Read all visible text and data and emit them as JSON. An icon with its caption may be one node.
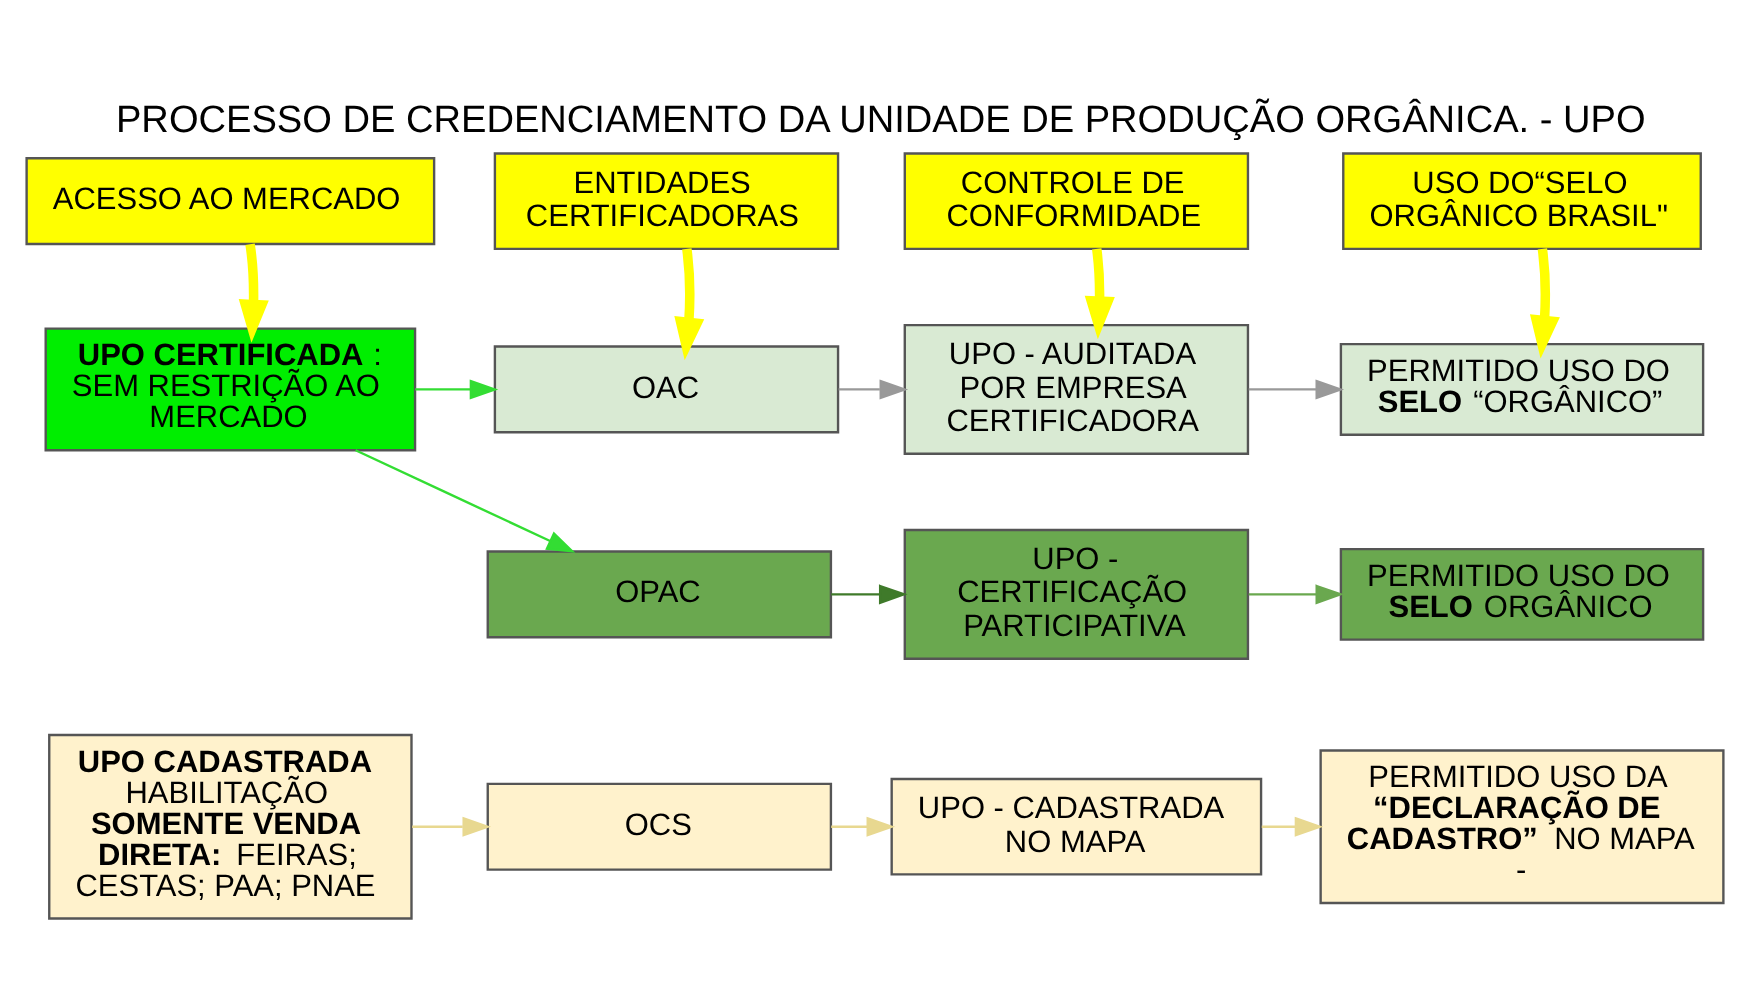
{
  "diagram": {
    "title": "PROCESSO DE CREDENCIAMENTO DA UNIDADE DE PRODUÇÃO ORGÂNICA. - UPO",
    "nodes": [
      {
        "text": [
          "ACESSO AO MERCADO"
        ]
      },
      {
        "text": [
          "ENTIDADES CERTIFICADORAS"
        ]
      },
      {
        "text": [
          "CONTROLE DE CONFORMIDADE"
        ]
      },
      {
        "text": [
          "USO DO“SELO ORGÂNICO BRASIL\""
        ]
      },
      {
        "text": [
          "**UPO CERTIFICADA**: SEM RESTRIÇÃO AO MERCADO"
        ]
      },
      {
        "text": [
          "OAC"
        ]
      },
      {
        "text": [
          "UPO - AUDITADA POR EMPRESA CERTIFICADORA"
        ]
      },
      {
        "text": [
          "PERMITIDO USO DO **SELO** “ORGÂNICO”"
        ]
      },
      {
        "text": [
          "OPAC"
        ]
      },
      {
        "text": [
          "UPO - CERTIFICAÇÃO PARTICIPATIVA"
        ]
      },
      {
        "text": [
          "PERMITIDO USO DO **SELO** ORGÂNICO"
        ]
      },
      {
        "text": [
          "**UPO CADASTRADA** HABILITAÇÃO **SOMENTE VENDA DIRETA:** FEIRAS; CESTAS; PAA; PNAE"
        ]
      },
      {
        "text": [
          "OCS"
        ]
      },
      {
        "text": [
          "UPO - CADASTRADA NO MAPA"
        ]
      },
      {
        "text": [
          "PERMITIDO USO DA **“DECLARAÇÃO DE CADASTRO”** NO MAPA -"
        ]
      }
    ],
    "edges": [
      {
        "from": 0,
        "to": 4,
        "arrow": "to",
        "style": "thick",
        "color": "#ffff00"
      },
      {
        "from": 1,
        "to": 5,
        "arrow": "to",
        "style": "thick",
        "color": "#ffff00"
      },
      {
        "from": 2,
        "to": 6,
        "arrow": "to",
        "style": "thick",
        "color": "#ffff00"
      },
      {
        "from": 3,
        "to": 7,
        "arrow": "to",
        "style": "thick",
        "color": "#ffff00"
      },
      {
        "from": 4,
        "to": 5,
        "arrow": "to",
        "color": "#33dd33"
      },
      {
        "from": 5,
        "to": 6,
        "arrow": "to",
        "color": "#999999"
      },
      {
        "from": 6,
        "to": 7,
        "arrow": "to",
        "color": "#999999"
      },
      {
        "from": 4,
        "to": 8,
        "arrow": "to",
        "color": "#33dd33"
      },
      {
        "from": 8,
        "to": 9,
        "arrow": "to",
        "color": "#3f7a2a"
      },
      {
        "from": 9,
        "to": 10,
        "arrow": "to",
        "color": "#6aa84f"
      },
      {
        "from": 11,
        "to": 12,
        "arrow": "to",
        "color": "#e8d890"
      },
      {
        "from": 12,
        "to": 13,
        "arrow": "to",
        "color": "#e8d890"
      },
      {
        "from": 13,
        "to": 14,
        "arrow": "to",
        "color": "#e8d890"
      }
    ]
  }
}
